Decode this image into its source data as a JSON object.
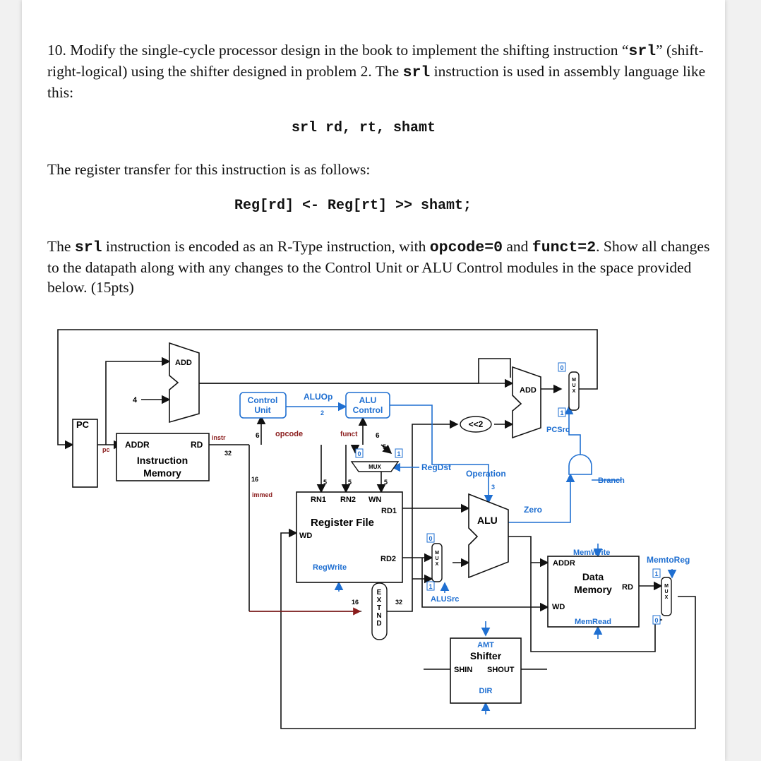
{
  "problem": {
    "intro_a": "10. Modify the single-cycle processor design in the book to implement the shifting instruction “",
    "intro_mono1": "srl",
    "intro_b": "” (shift-right-logical) using the shifter designed in problem 2. The ",
    "intro_mono2": "srl",
    "intro_c": " instruction is used in assembly language like this:",
    "asm_example": "srl rd, rt, shamt",
    "transfer_text": "The register transfer for this instruction is as follows:",
    "transfer_code": "Reg[rd] <- Reg[rt] >> shamt;",
    "enc_a": "The ",
    "enc_mono1": "srl",
    "enc_b": " instruction is encoded as an R-Type instruction, with ",
    "enc_mono2": "opcode=0",
    "enc_c": " and ",
    "enc_mono3": "funct=2",
    "enc_d": ". Show all changes to the datapath along with any changes to the Control Unit or ALU Control modules in the space provided below. (15pts)"
  },
  "diagram": {
    "pc": "PC",
    "pc_small": "pc",
    "add_top": "ADD",
    "const_four": "4",
    "instr_mem_addr": "ADDR",
    "instr_mem_rd": "RD",
    "instr_mem_title1": "Instruction",
    "instr_mem_title2": "Memory",
    "instr_label": "instr",
    "w32": "32",
    "w6a": "6",
    "opcode": "opcode",
    "control1": "Control",
    "control2": "Unit",
    "aluop": "ALUOp",
    "w2": "2",
    "alu_control1": "ALU",
    "alu_control2": "Control",
    "funct": "funct",
    "w6b": "6",
    "w16a": "16",
    "immed": "immed",
    "w5a": "5",
    "w5b": "5",
    "w5c": "5",
    "w5d": "5",
    "mux_label": "MUX",
    "bit0": "0",
    "bit1": "1",
    "regdst": "RegDst",
    "rn1": "RN1",
    "rn2": "RN2",
    "wn": "WN",
    "rd1": "RD1",
    "rf_title": "Register File",
    "wd": "WD",
    "rd2": "RD2",
    "regwrite": "RegWrite",
    "extnd": "EXTND",
    "w16b": "16",
    "w32b": "32",
    "shl2": "<<2",
    "add_right": "ADD",
    "pcsrc": "PCSrc",
    "branch": "Branch",
    "operation": "Operation",
    "w3": "3",
    "alu": "ALU",
    "zero": "Zero",
    "alusrc": "ALUSrc",
    "memwrite": "MemWrite",
    "dm_addr": "ADDR",
    "dm_title1": "Data",
    "dm_title2": "Memory",
    "dm_rd": "RD",
    "dm_wd": "WD",
    "memread": "MemRead",
    "memtoreg": "MemtoReg",
    "amt": "AMT",
    "shifter": "Shifter",
    "shin": "SHIN",
    "shout": "SHOUT",
    "dir": "DIR",
    "mux_vertical": "MUX"
  },
  "colors": {
    "signal": "#1f6fd1",
    "datapath": "#111111",
    "instr_wire": "#8a1c1c"
  }
}
